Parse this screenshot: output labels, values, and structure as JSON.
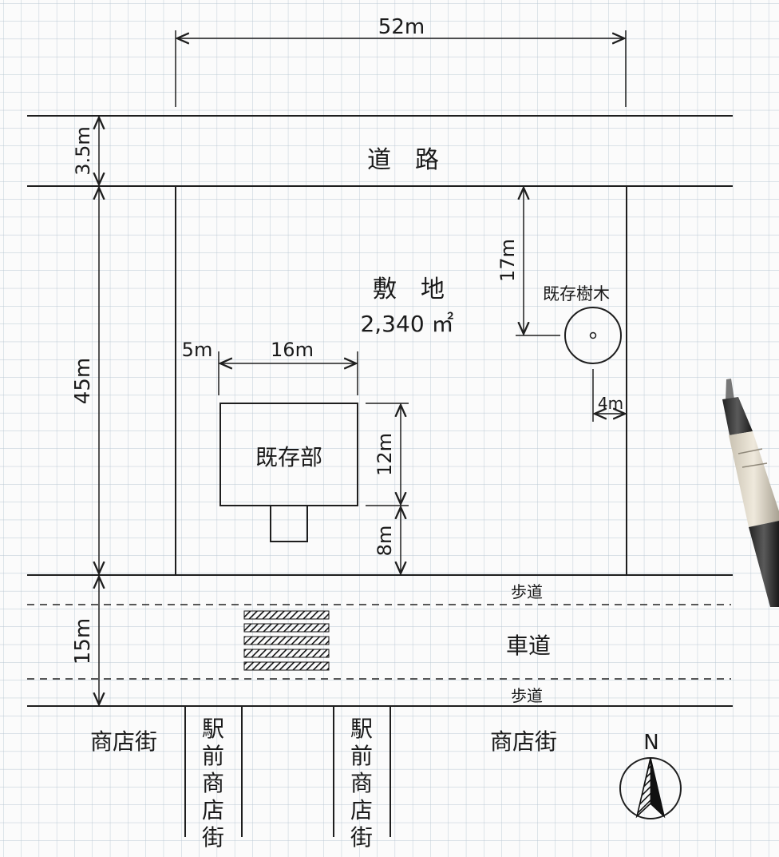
{
  "labels": {
    "road": "道　路",
    "site": "敷　地",
    "site_area": "2,340 ㎡",
    "existing_building": "既存部",
    "existing_tree": "既存樹木",
    "sidewalk_top": "歩道",
    "roadway": "車道",
    "sidewalk_bottom": "歩道",
    "shopping_street_left": "商店街",
    "shopping_street_right": "商店街",
    "station_street_left": [
      "駅",
      "前",
      "商",
      "店",
      "街"
    ],
    "station_street_right": [
      "駅",
      "前",
      "商",
      "店",
      "街"
    ],
    "north": "N"
  },
  "dimensions": {
    "site_width": "52m",
    "road_width": "3.5m",
    "site_depth": "45m",
    "street_width": "15m",
    "building_offset": "5m",
    "building_width": "16m",
    "building_depth": "12m",
    "building_setback": "8m",
    "tree_offset_north": "17m",
    "tree_offset_east": "4m"
  },
  "colors": {
    "grid": "#b9c7d3",
    "ink": "#1e1e1e",
    "paper": "#fbfbfb"
  },
  "icons": {
    "compass": "north-arrow-icon",
    "pen": "mechanical-pen"
  }
}
